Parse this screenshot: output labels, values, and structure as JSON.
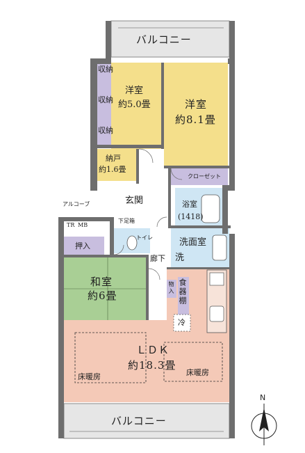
{
  "colors": {
    "yellow": "#f4df8b",
    "blue": "#cfe6f4",
    "green": "#a9cf95",
    "salmon": "#f4c9b7",
    "purple": "#c8bedf",
    "wall": "#6e6e6e",
    "balcony": "#e6e6e6"
  },
  "labels": {
    "balcony_top": "バルコニー",
    "balcony_bottom": "バルコニー",
    "storage_1": "収納",
    "storage_2": "収納",
    "storage_3": "収納",
    "western_room_1_name": "洋室",
    "western_room_1_size": "約5.0畳",
    "western_room_2_name": "洋室",
    "western_room_2_size": "約8.1畳",
    "closet_room_name": "納戸",
    "closet_room_size": "約1.6畳",
    "closet": "クローゼット",
    "alcove": "アルコーブ",
    "meter_box": "MB",
    "pipe_space": "TR",
    "entrance": "玄関",
    "shoe_cupboard": "下足箱",
    "bathroom_name": "浴室",
    "bathroom_size": "(1418)",
    "toilet": "トイレ",
    "oshiire": "押入",
    "washroom": "洗面室",
    "washer": "洗",
    "corridor": "廊下",
    "japanese_room_name": "和室",
    "japanese_room_size": "約6畳",
    "storage_small": "物入",
    "pantry": "食器棚",
    "fridge": "冷",
    "ldk_name": "ＬＤＫ",
    "ldk_size": "約18.3畳",
    "floor_heating_1": "床暖房",
    "floor_heating_2": "床暖房",
    "north": "N"
  }
}
